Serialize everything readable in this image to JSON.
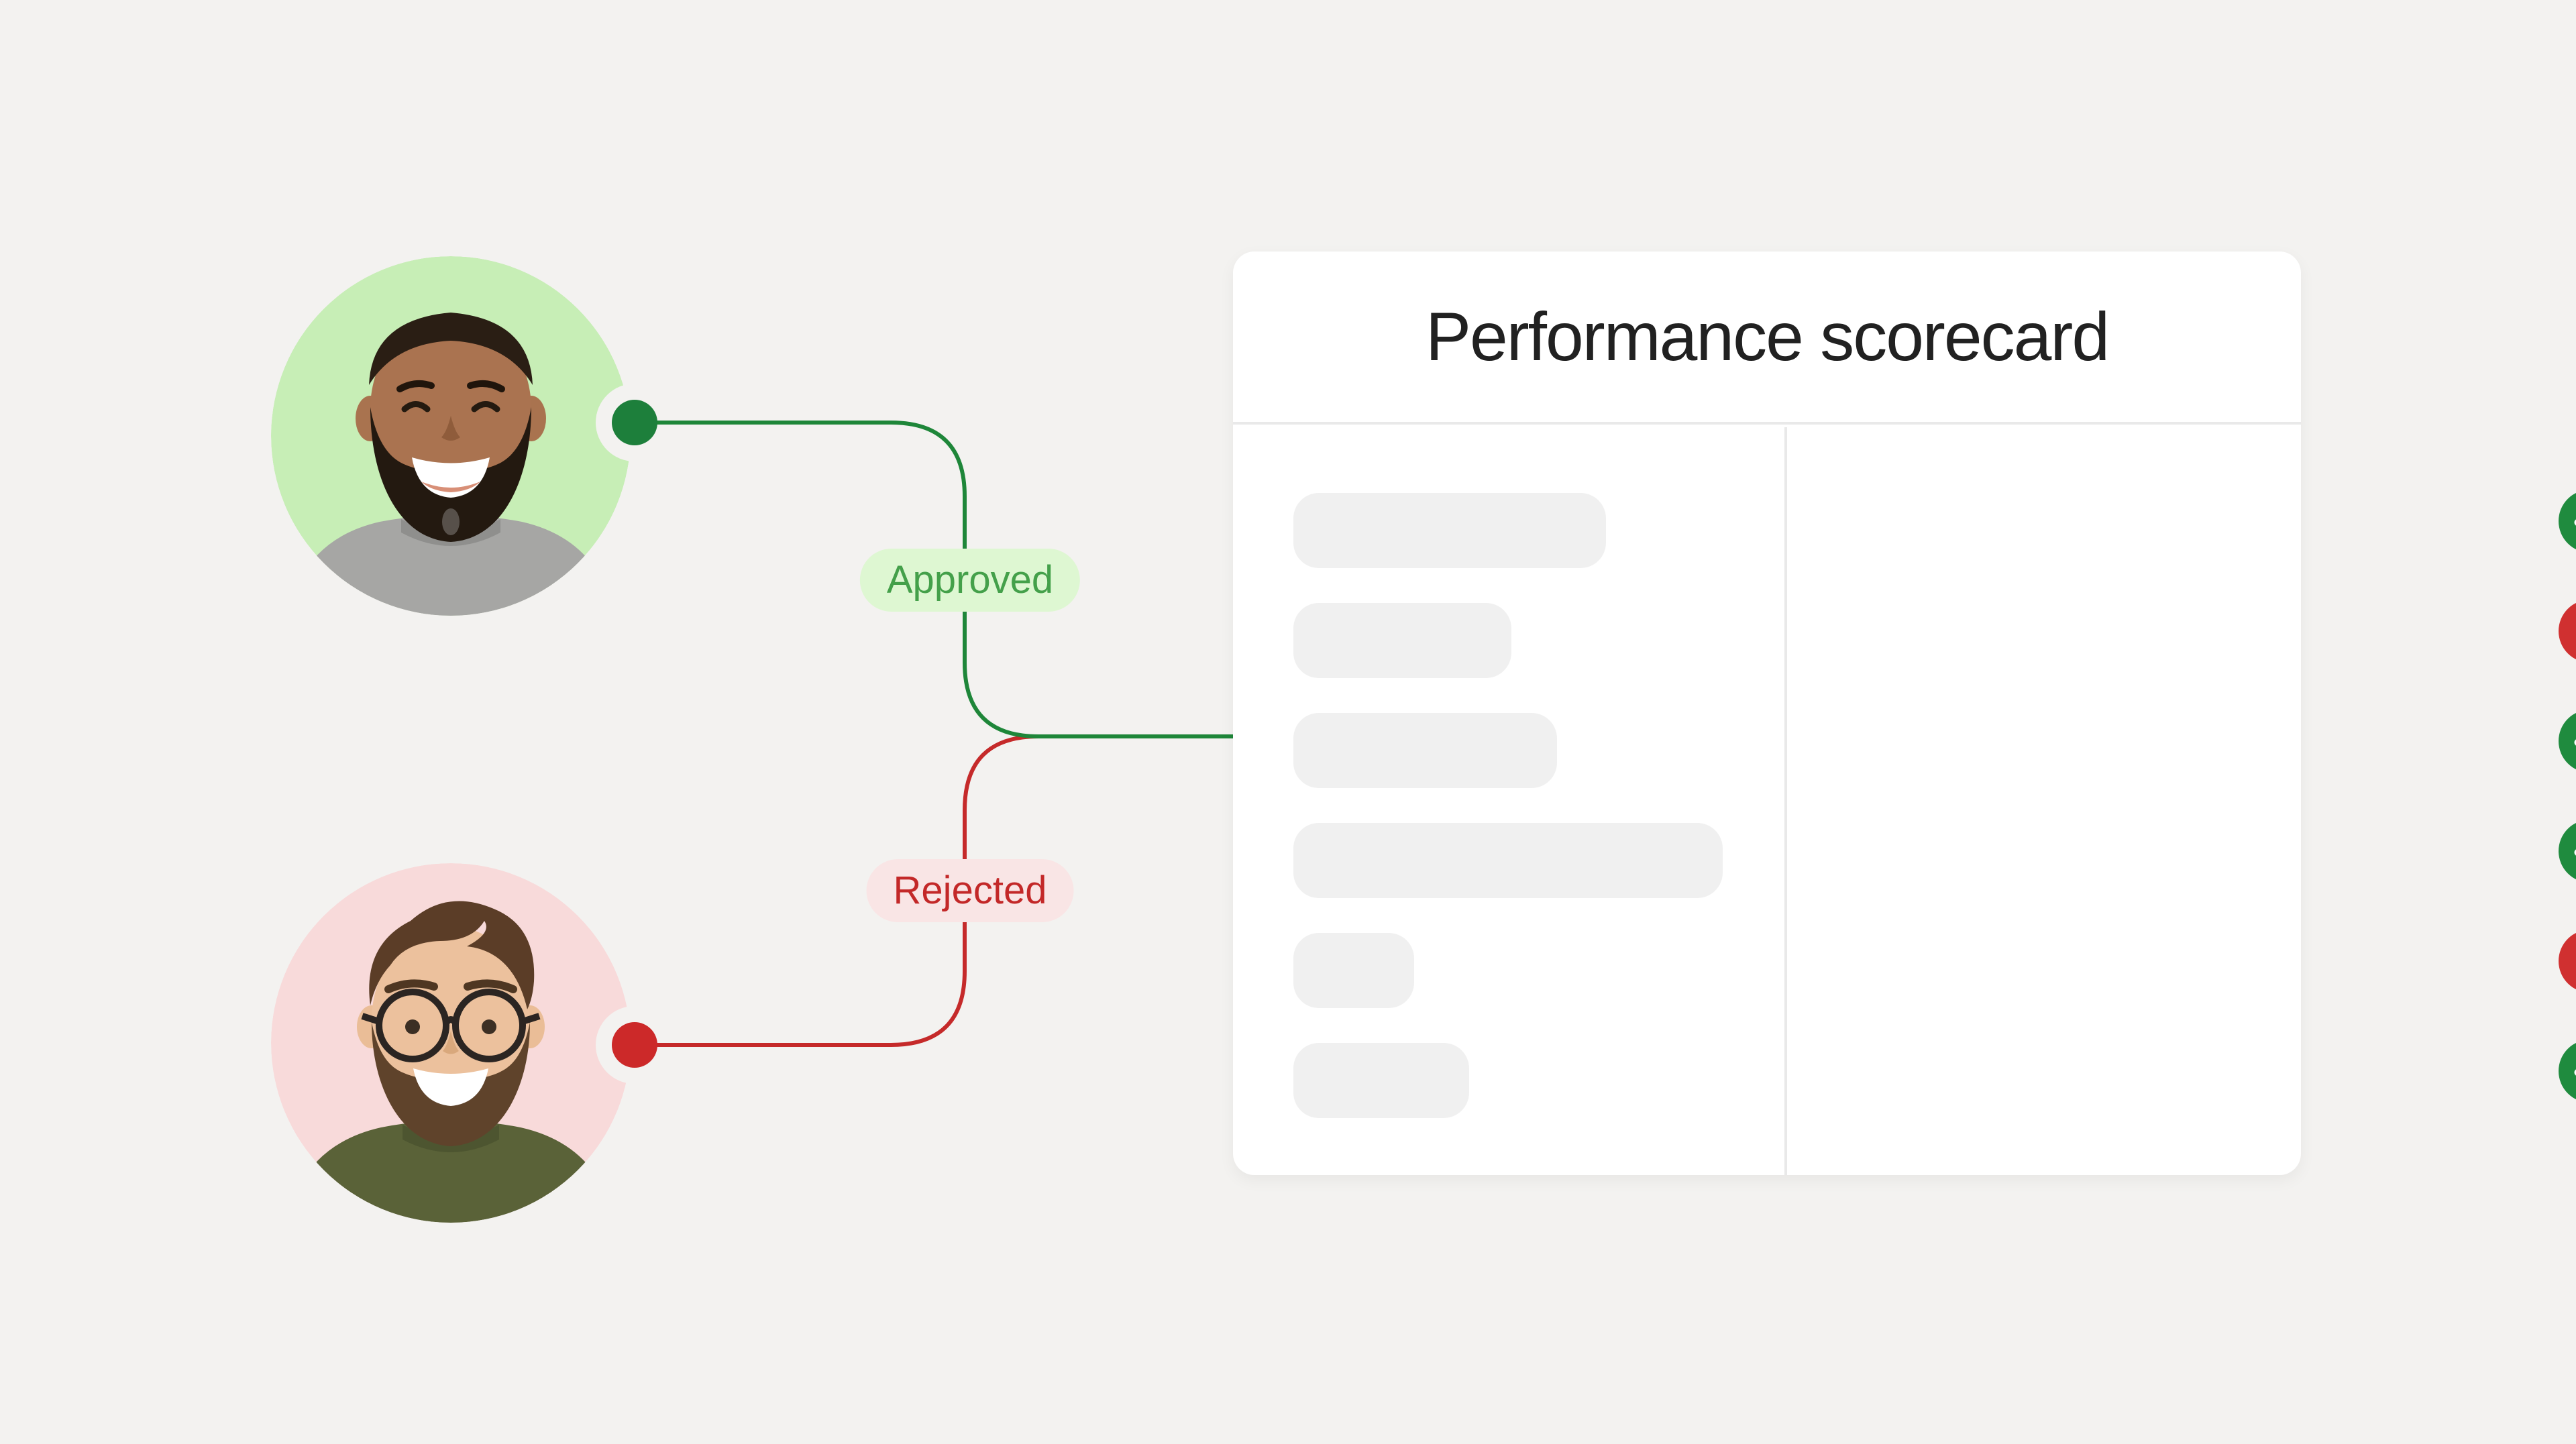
{
  "page": {
    "background_color": "#f3f2f0",
    "description": "Approval flow illustration feeding into a performance scorecard"
  },
  "flow": {
    "approved_badge_label": "Approved",
    "rejected_badge_label": "Rejected",
    "approved_line_color": "#1e8639",
    "rejected_line_color": "#c52a2a",
    "approved_dot_color": "#1d7f3b",
    "rejected_dot_color": "#cc2929",
    "approved_badge_bg": "#def7d2",
    "approved_badge_text_color": "#44a04a",
    "rejected_badge_bg": "#f9e5e5",
    "rejected_badge_text_color": "#c32828"
  },
  "avatars": {
    "approved": {
      "label": "approved-reviewer-photo",
      "circle_color": "#c7eeb6"
    },
    "rejected": {
      "label": "rejected-reviewer-photo",
      "circle_color": "#f8dada"
    }
  },
  "card": {
    "title": "Performance scorecard",
    "pass_icon_color": "#1f8b3e",
    "fail_icon_color": "#d03030",
    "skeleton_color": "#f0f0f0",
    "rows": [
      {
        "skeleton_width": 466,
        "status": "pass"
      },
      {
        "skeleton_width": 325,
        "status": "fail"
      },
      {
        "skeleton_width": 393,
        "status": "pass"
      },
      {
        "skeleton_width": 640,
        "status": "pass"
      },
      {
        "skeleton_width": 180,
        "status": "fail"
      },
      {
        "skeleton_width": 262,
        "status": "pass"
      }
    ]
  },
  "icons": {
    "pass": "check-icon",
    "fail": "cross-icon"
  }
}
